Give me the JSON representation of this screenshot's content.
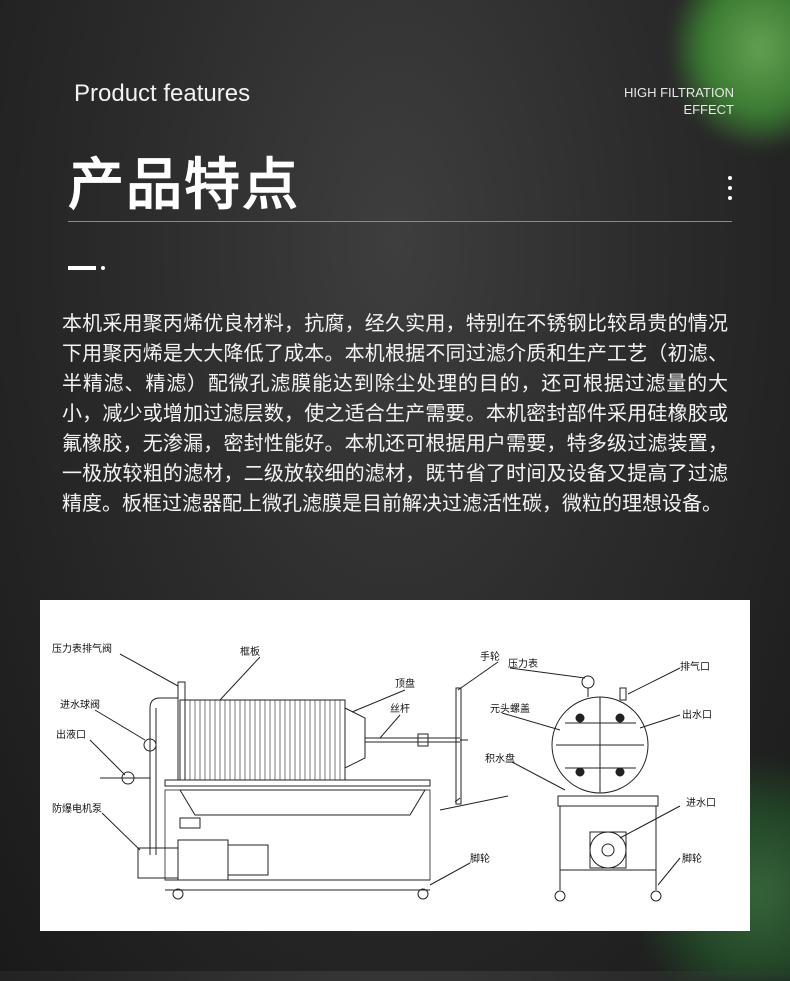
{
  "header": {
    "en_title": "Product features",
    "tagline_line1": "HIGH FILTRATION",
    "tagline_line2": "EFFECT",
    "cn_title": "产品特点"
  },
  "description": "本机采用聚丙烯优良材料，抗腐，经久实用，特别在不锈钢比较昂贵的情况下用聚丙烯是大大降低了成本。本机根据不同过滤介质和生产工艺（初滤、半精滤、精滤）配微孔滤膜能达到除尘处理的目的，还可根据过滤量的大小，减少或增加过滤层数，使之适合生产需要。本机密封部件采用硅橡胶或氟橡胶，无渗漏，密封性能好。本机还可根据用户需要，特多级过滤装置，一极放较粗的滤材，二级放较细的滤材，既节省了时间及设备又提高了过滤精度。板框过滤器配上微孔滤膜是目前解决过滤活性碳，微粒的理想设备。",
  "diagram": {
    "labels": {
      "pressure_vent_valve": "压力表排气阀",
      "frame_plate": "框板",
      "handwheel": "手轮",
      "pressure_gauge": "压力表",
      "exhaust_port": "排气口",
      "inlet_ball_valve": "进水球阀",
      "top_plate": "顶盘",
      "screw_rod": "丝杆",
      "multi_head_nut": "元头螺盖",
      "outlet_right": "出水口",
      "liquid_outlet": "出液口",
      "drip_tray": "积水盘",
      "explosion_proof_pump": "防爆电机泵",
      "inlet_right": "进水口",
      "caster_left": "脚轮",
      "caster_right": "脚轮"
    }
  }
}
